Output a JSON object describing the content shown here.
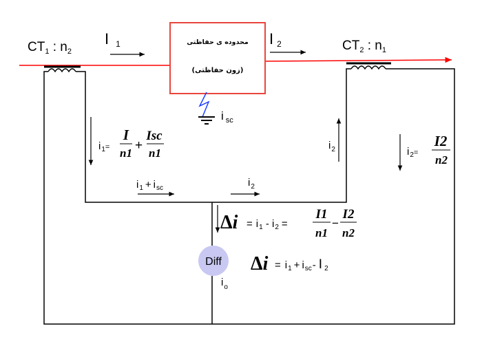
{
  "colors": {
    "wire": "#000000",
    "line": "#ff0000",
    "zone_border": "#e8453c",
    "fault": "#1f3fff",
    "diff_fill": "#c8c8f2"
  },
  "icons": {
    "fault": "lightning-bolt-icon",
    "ground": "ground-icon",
    "diff": "differential-relay-circle-icon"
  },
  "ct1": {
    "main": "CT",
    "sub": "1",
    "rest": " : n",
    "n_sub": "2"
  },
  "ct2": {
    "main": "CT",
    "sub": "2",
    "rest": " : n",
    "n_sub": "1"
  },
  "primary": {
    "I1": {
      "main": "I",
      "sub": "1"
    },
    "I2": {
      "main": "I",
      "sub": "2"
    }
  },
  "zone": {
    "line1": "محدوده ی حفاظتی",
    "line2": "(زون حفاظتی)"
  },
  "isc": {
    "main": "i",
    "sub": "sc"
  },
  "eq_i1": {
    "lhs_main": "i",
    "lhs_sub": "1",
    "eq": "=",
    "num1": "I",
    "den1": "n1",
    "plus": "+",
    "num2": "Isc",
    "den2": "n1"
  },
  "eq_i2": {
    "lhs_main": "i",
    "lhs_sub": "2",
    "eq": "=",
    "num": "I2",
    "den": "n2"
  },
  "i2_up": {
    "main": "i",
    "sub": "2"
  },
  "bottom_left": {
    "a": "i",
    "a_sub": "1",
    "plus": "+",
    "b": "i",
    "b_sub": "sc"
  },
  "bottom_right": {
    "main": "i",
    "sub": "2"
  },
  "delta1": {
    "delta": "Δ",
    "var": "i",
    "eq": "=",
    "t1": "i",
    "t1_sub": "1",
    "minus": " - ",
    "t2": "i",
    "t2_sub": "2",
    "eq2": "=",
    "n1": "I1",
    "d1": "n1",
    "op": "−",
    "n2": "I2",
    "d2": "n2"
  },
  "delta2": {
    "delta": "Δ",
    "var": "i",
    "eq": "=",
    "t1": "i",
    "t1_sub": "1",
    "plus": "+",
    "t2": "i",
    "t2_sub": "sc",
    "minus": "-",
    "t3": "I",
    "t3_sub": "2"
  },
  "diff": {
    "label": "Diff"
  },
  "io": {
    "main": "i",
    "sub": "o"
  }
}
